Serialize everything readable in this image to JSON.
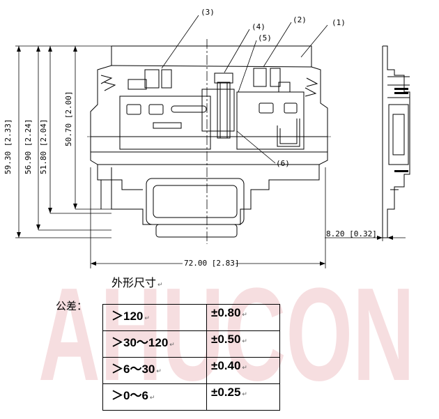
{
  "watermark": {
    "text": "AHUCON",
    "color": "#e8b0b4"
  },
  "dimensions": {
    "height_1": "59.30 [2.33]",
    "height_2": "56.90 [2.24]",
    "height_3": "51.80 [2.04]",
    "height_4": "50.70 [2.00]",
    "width_main": "72.00 [2.83]",
    "width_side": "8.20 [0.32]"
  },
  "callouts": [
    "(1)",
    "(2)",
    "(3)",
    "(4)",
    "(5)",
    "(6)"
  ],
  "caption": "外形尺寸",
  "tolerance_label": "公差：",
  "para_mark": "↵",
  "tolerance_rows": [
    {
      "range": "＞120",
      "value": "±0.80"
    },
    {
      "range": "＞30～120",
      "value": "±0.50"
    },
    {
      "range": "＞6～30",
      "value": "±0.40"
    },
    {
      "range": "＞0～6",
      "value": "±0.25"
    }
  ]
}
